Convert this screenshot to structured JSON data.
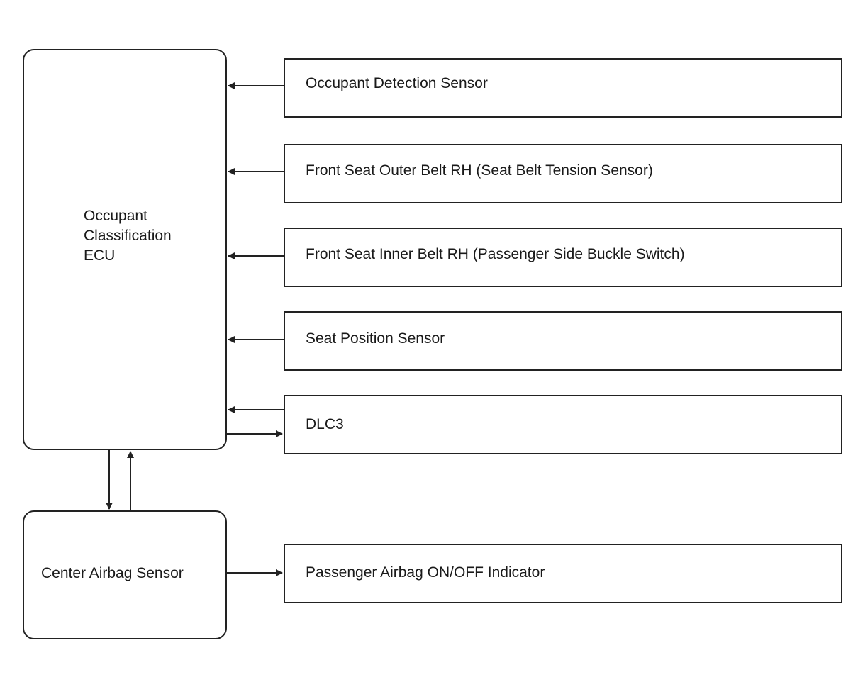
{
  "ecu": {
    "lines": [
      "Occupant",
      "Classification",
      "ECU"
    ]
  },
  "center_sensor": {
    "label": "Center Airbag Sensor"
  },
  "inputs": [
    {
      "label": "Occupant Detection Sensor"
    },
    {
      "label": "Front Seat Outer Belt RH (Seat Belt Tension Sensor)"
    },
    {
      "label": "Front Seat Inner Belt RH (Passenger Side Buckle Switch)"
    },
    {
      "label": "Seat Position Sensor"
    },
    {
      "label": "DLC3"
    }
  ],
  "indicator": {
    "label": "Passenger Airbag ON/OFF Indicator"
  },
  "colors": {
    "line": "#222222",
    "fill": "#ffffff"
  }
}
